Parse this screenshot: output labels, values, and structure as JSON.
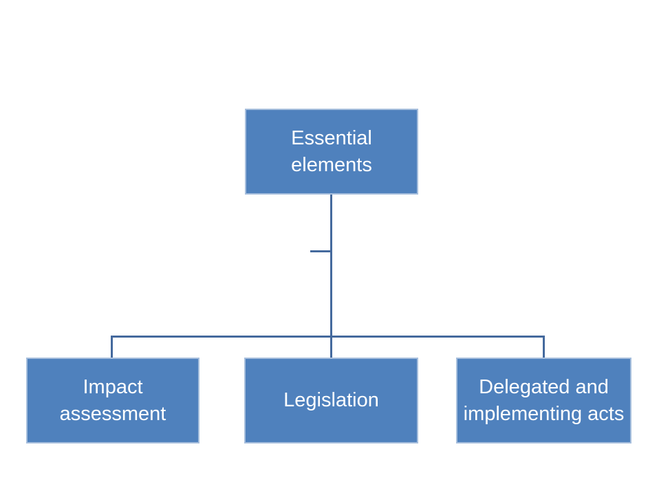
{
  "diagram": {
    "type": "hierarchy",
    "root": {
      "label": "Essential elements"
    },
    "children": [
      {
        "label": "Impact assessment"
      },
      {
        "label": "Legislation"
      },
      {
        "label": "Delegated and implementing acts"
      }
    ],
    "colors": {
      "node_fill": "#4F81BD",
      "node_border": "#A7BFDD",
      "connector": "#44699D",
      "node_text": "#FFFFFF",
      "background": "#FFFFFF"
    }
  }
}
